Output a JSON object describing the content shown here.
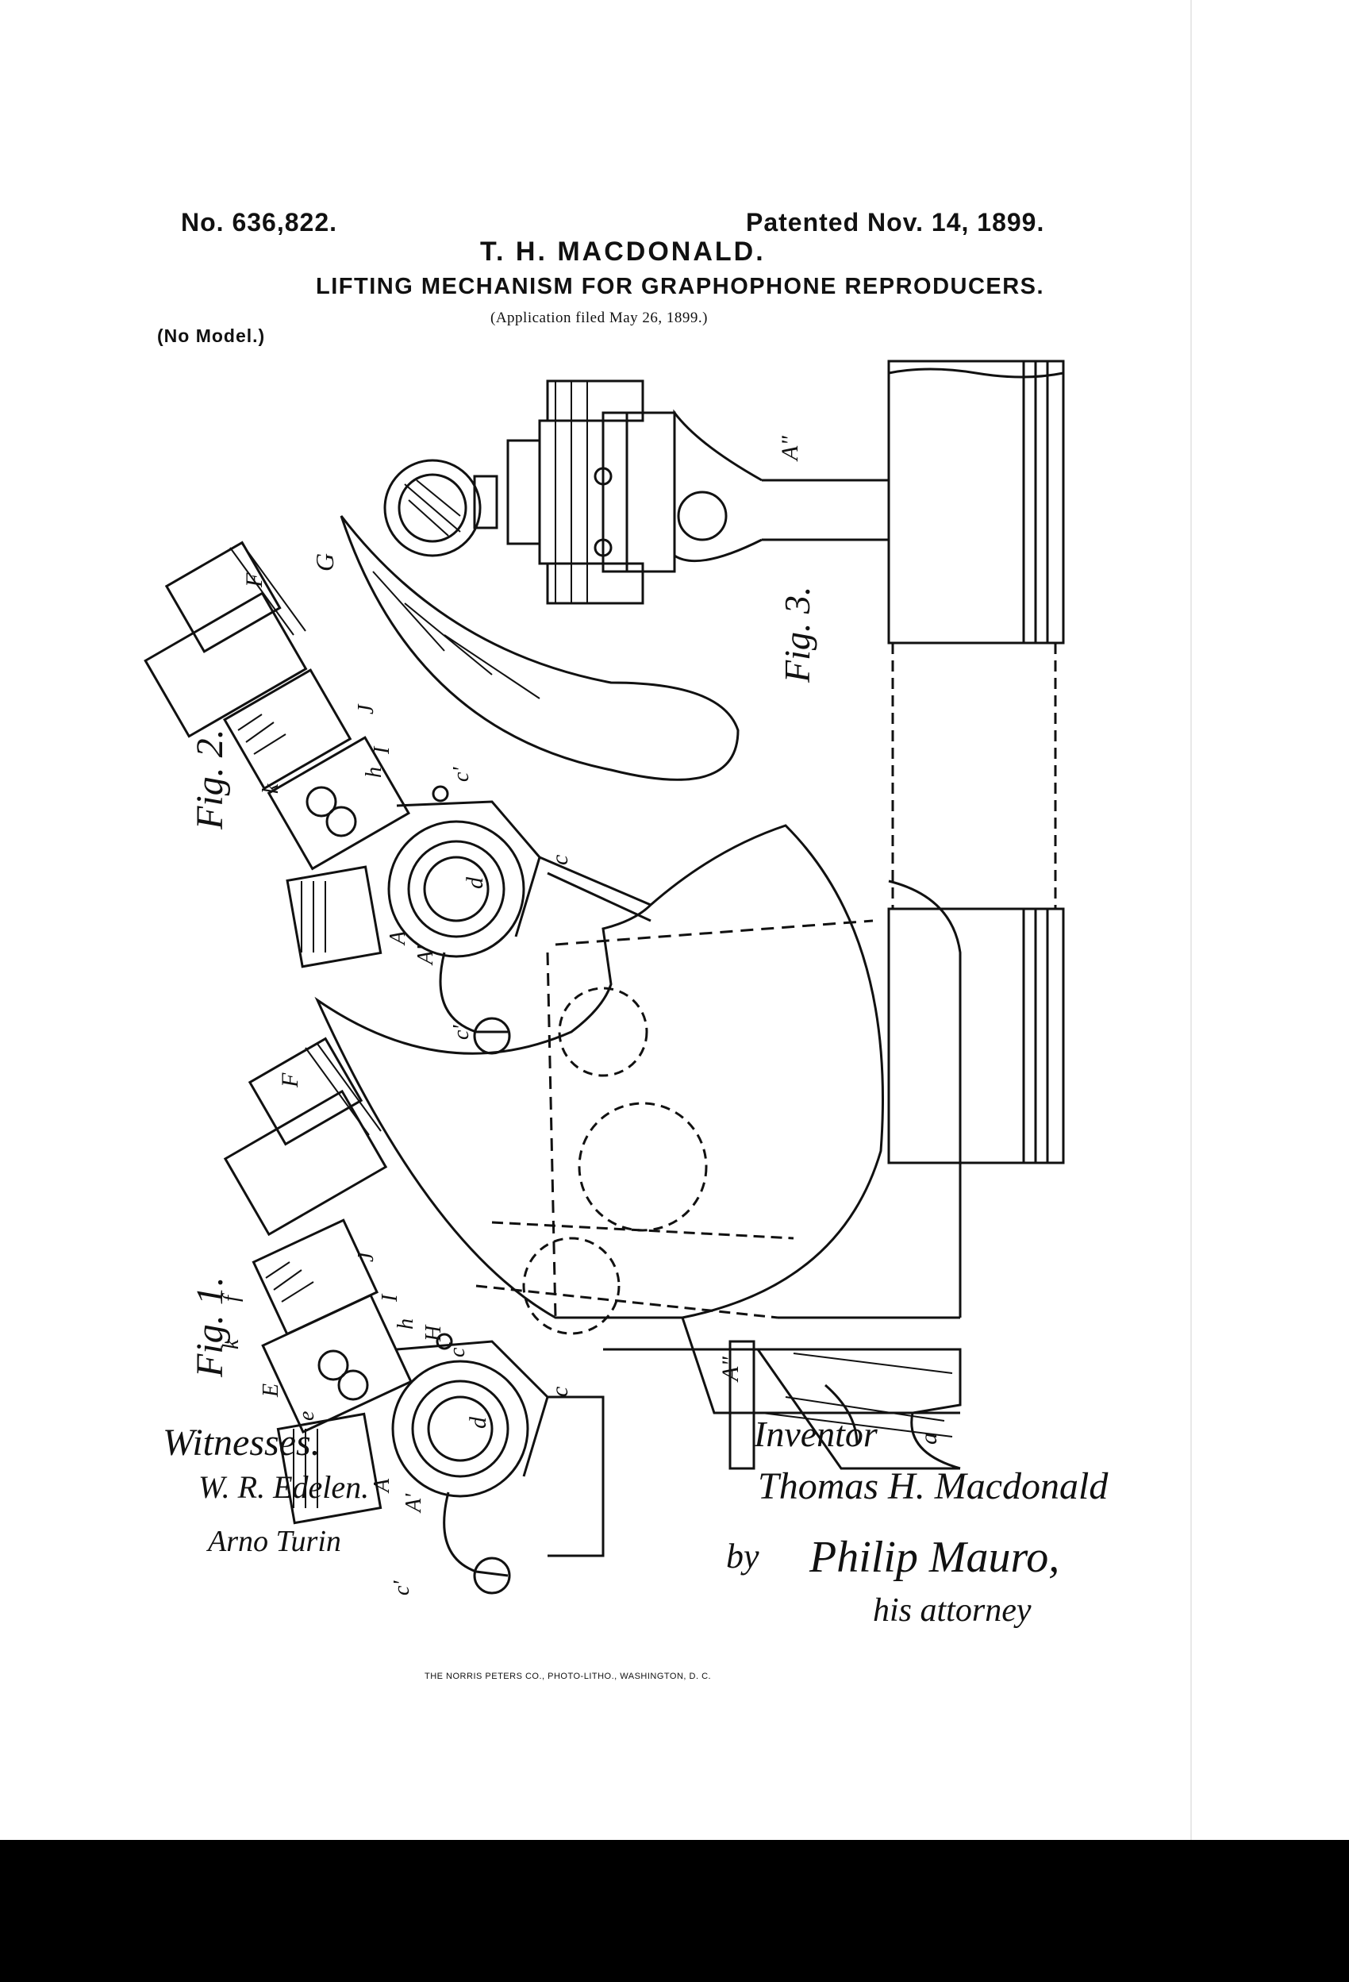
{
  "header": {
    "patent_number": "No. 636,822.",
    "patent_date": "Patented Nov. 14, 1899.",
    "inventor_name": "T. H. MACDONALD.",
    "title": "LIFTING MECHANISM FOR GRAPHOPHONE REPRODUCERS.",
    "application_filed": "(Application filed May 26, 1899.)",
    "model_note": "(No Model.)"
  },
  "figures": {
    "fig1_label": "Fig. 1.",
    "fig2_label": "Fig. 2.",
    "fig3_label": "Fig. 3."
  },
  "reference_letters": {
    "F": "F",
    "f": "f",
    "k": "k",
    "E": "E",
    "e": "e",
    "J": "J",
    "I": "I",
    "h": "h",
    "H": "H",
    "c_prime": "c'",
    "c": "c",
    "d": "d",
    "A": "A",
    "A_prime": "A'",
    "A_dprime": "A\"",
    "a": "a",
    "G": "G"
  },
  "footer": {
    "witnesses_label": "Witnesses.",
    "witness_1": "W. R. Edelen.",
    "witness_2": "Arno Turin",
    "inventor_label": "Inventor",
    "inventor_signature": "Thomas H. Macdonald",
    "by": "by",
    "attorney_signature": "Philip Mauro,",
    "his_attorney": "his attorney",
    "printer": "THE NORRIS PETERS CO., PHOTO-LITHO., WASHINGTON, D. C."
  }
}
